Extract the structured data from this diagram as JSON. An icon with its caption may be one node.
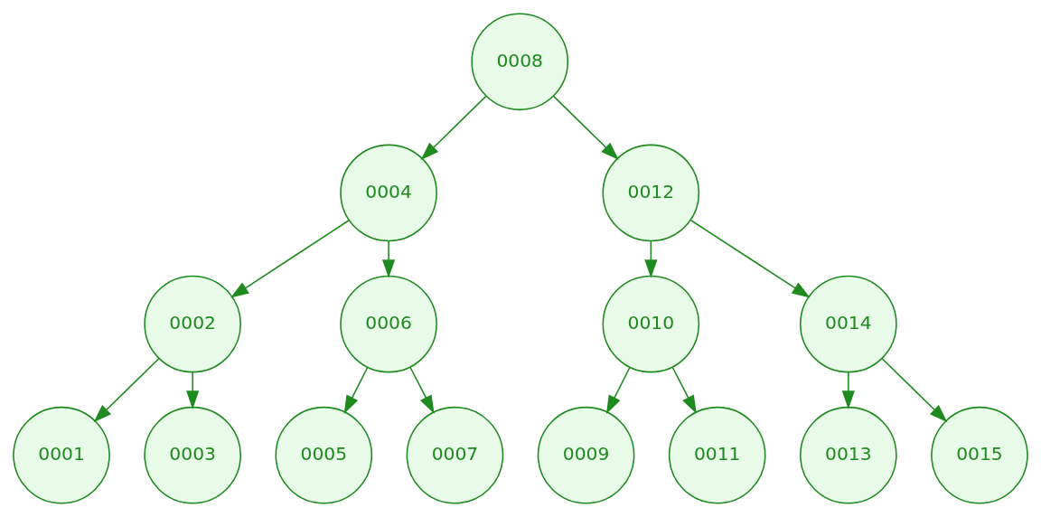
{
  "diagram": {
    "nodes": [
      {
        "text": [
          "0008"
        ]
      },
      {
        "text": [
          "0004"
        ]
      },
      {
        "text": [
          "0012"
        ]
      },
      {
        "text": [
          "0002"
        ]
      },
      {
        "text": [
          "0006"
        ]
      },
      {
        "text": [
          "0010"
        ]
      },
      {
        "text": [
          "0014"
        ]
      },
      {
        "text": [
          "0001"
        ]
      },
      {
        "text": [
          "0003"
        ]
      },
      {
        "text": [
          "0005"
        ]
      },
      {
        "text": [
          "0007"
        ]
      },
      {
        "text": [
          "0009"
        ]
      },
      {
        "text": [
          "0011"
        ]
      },
      {
        "text": [
          "0013"
        ]
      },
      {
        "text": [
          "0015"
        ]
      }
    ],
    "edges": [
      {
        "from": 0,
        "to": 1,
        "arrow": "to"
      },
      {
        "from": 0,
        "to": 2,
        "arrow": "to"
      },
      {
        "from": 1,
        "to": 3,
        "arrow": "to"
      },
      {
        "from": 1,
        "to": 4,
        "arrow": "to"
      },
      {
        "from": 2,
        "to": 5,
        "arrow": "to"
      },
      {
        "from": 2,
        "to": 6,
        "arrow": "to"
      },
      {
        "from": 3,
        "to": 7,
        "arrow": "to"
      },
      {
        "from": 3,
        "to": 8,
        "arrow": "to"
      },
      {
        "from": 4,
        "to": 9,
        "arrow": "to"
      },
      {
        "from": 4,
        "to": 10,
        "arrow": "to"
      },
      {
        "from": 5,
        "to": 11,
        "arrow": "to"
      },
      {
        "from": 5,
        "to": 12,
        "arrow": "to"
      },
      {
        "from": 6,
        "to": 13,
        "arrow": "to"
      },
      {
        "from": 6,
        "to": 14,
        "arrow": "to"
      }
    ]
  }
}
